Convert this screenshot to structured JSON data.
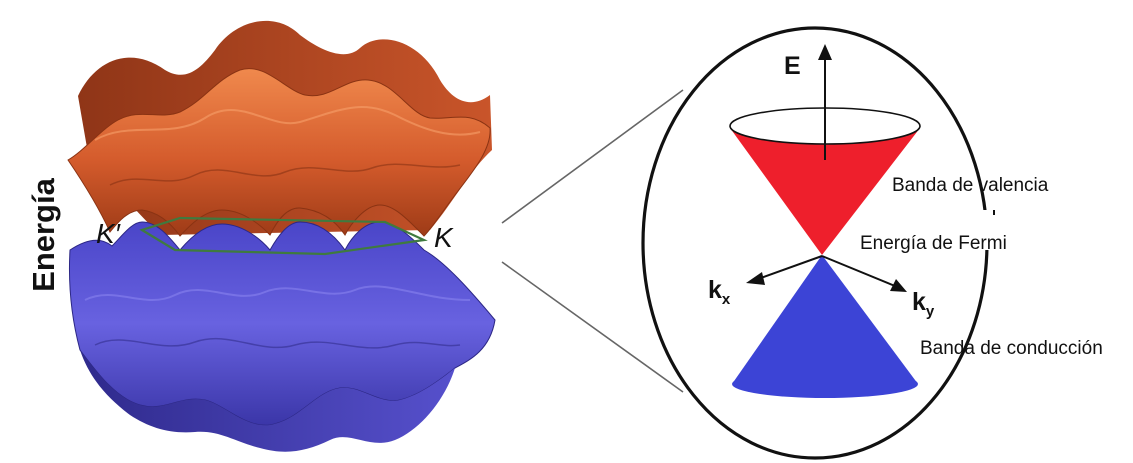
{
  "left_panel": {
    "y_axis_title": "Energía",
    "point_k_prime": "K′",
    "point_k": "K"
  },
  "cone": {
    "energy_axis": "E",
    "kx_axis": {
      "base": "k",
      "sub": "x"
    },
    "ky_axis": {
      "base": "k",
      "sub": "y"
    },
    "valence_band": "Banda de valencia",
    "fermi_energy": "Energía de Fermi",
    "conduction_band": "Banda de conducción"
  },
  "colors": {
    "upper_band": "#d45b2c",
    "lower_band": "#5a54d8",
    "hexagon": "#3f7a3f",
    "upper_cone": "#ee1f2c",
    "lower_cone": "#3c44d6"
  }
}
